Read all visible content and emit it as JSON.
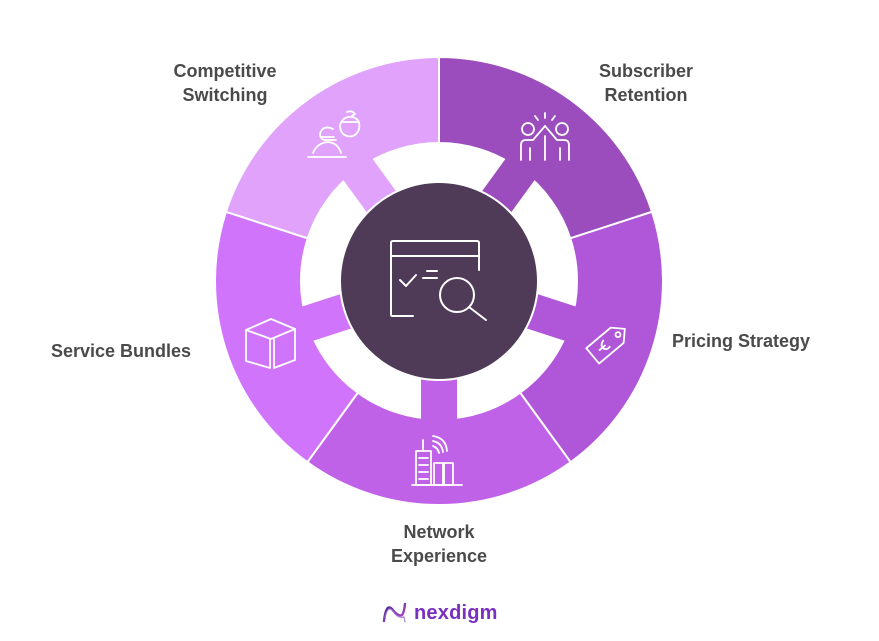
{
  "diagram": {
    "center": {
      "icon": "checklist-search-icon",
      "color": "#4f3b57"
    },
    "segments": [
      {
        "id": "subscriber-retention",
        "line1": "Subscriber",
        "line2": "Retention",
        "icon": "high-five-icon",
        "color": "#9b4dbd"
      },
      {
        "id": "pricing-strategy",
        "line1": "Pricing Strategy",
        "line2": "",
        "icon": "price-tag-icon",
        "color": "#b057d9"
      },
      {
        "id": "network-experience",
        "line1": "Network",
        "line2": "Experience",
        "icon": "city-signal-icon",
        "color": "#c062e8"
      },
      {
        "id": "service-bundles",
        "line1": "Service Bundles",
        "line2": "",
        "icon": "box-icon",
        "color": "#d074fb"
      },
      {
        "id": "competitive-switching",
        "line1": "Competitive",
        "line2": "Switching",
        "icon": "people-switch-icon",
        "color": "#e0a2fb"
      }
    ]
  },
  "footer": {
    "logo_text": "nexdigm",
    "logo_icon": "wave-n-icon",
    "logo_color": "#7b2fc0"
  }
}
